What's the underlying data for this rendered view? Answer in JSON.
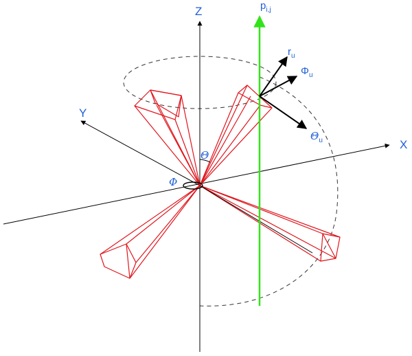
{
  "axes": {
    "x": "X",
    "y": "Y",
    "z": "Z"
  },
  "angles": {
    "theta": "Θ",
    "phi": "Φ"
  },
  "line_label": {
    "main": "p",
    "sub": "i,j"
  },
  "unit_vectors": {
    "r": {
      "main": "r",
      "sub": "u"
    },
    "phi": {
      "main": "Φ",
      "sub": "u"
    },
    "theta": {
      "main": "Θ",
      "sub": "u"
    }
  },
  "colors": {
    "axes": "#000000",
    "beams": "#e0141b",
    "line": "#33e31a",
    "labels": "#1f5fd6",
    "dashed": "#333333"
  }
}
